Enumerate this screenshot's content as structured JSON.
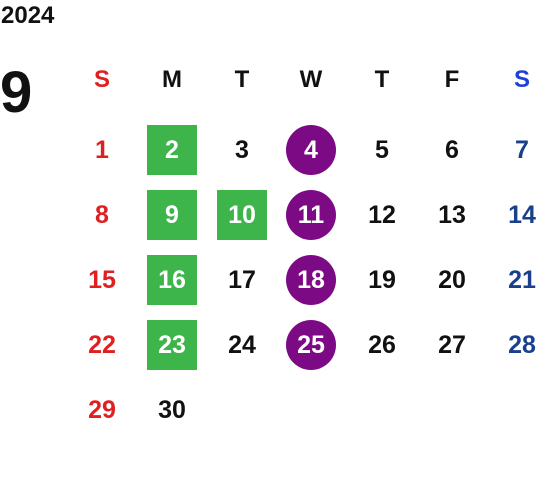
{
  "header": {
    "year": "2024",
    "month": "9"
  },
  "colors": {
    "sunday": "#e02020",
    "saturday_header": "#1e3fd8",
    "saturday": "#1a3f8c",
    "weekday": "#111111",
    "green_mark": "#3db54a",
    "purple_mark": "#7d0a85"
  },
  "weekdays": [
    "S",
    "M",
    "T",
    "W",
    "T",
    "F",
    "S"
  ],
  "weeks": [
    [
      {
        "day": "1",
        "mark": ""
      },
      {
        "day": "2",
        "mark": "green"
      },
      {
        "day": "3",
        "mark": ""
      },
      {
        "day": "4",
        "mark": "purple"
      },
      {
        "day": "5",
        "mark": ""
      },
      {
        "day": "6",
        "mark": ""
      },
      {
        "day": "7",
        "mark": ""
      }
    ],
    [
      {
        "day": "8",
        "mark": ""
      },
      {
        "day": "9",
        "mark": "green"
      },
      {
        "day": "10",
        "mark": "green"
      },
      {
        "day": "11",
        "mark": "purple"
      },
      {
        "day": "12",
        "mark": ""
      },
      {
        "day": "13",
        "mark": ""
      },
      {
        "day": "14",
        "mark": ""
      }
    ],
    [
      {
        "day": "15",
        "mark": ""
      },
      {
        "day": "16",
        "mark": "green"
      },
      {
        "day": "17",
        "mark": ""
      },
      {
        "day": "18",
        "mark": "purple"
      },
      {
        "day": "19",
        "mark": ""
      },
      {
        "day": "20",
        "mark": ""
      },
      {
        "day": "21",
        "mark": ""
      }
    ],
    [
      {
        "day": "22",
        "mark": ""
      },
      {
        "day": "23",
        "mark": "green"
      },
      {
        "day": "24",
        "mark": ""
      },
      {
        "day": "25",
        "mark": "purple"
      },
      {
        "day": "26",
        "mark": ""
      },
      {
        "day": "27",
        "mark": ""
      },
      {
        "day": "28",
        "mark": ""
      }
    ],
    [
      {
        "day": "29",
        "mark": ""
      },
      {
        "day": "30",
        "mark": ""
      },
      {
        "day": "",
        "mark": ""
      },
      {
        "day": "",
        "mark": ""
      },
      {
        "day": "",
        "mark": ""
      },
      {
        "day": "",
        "mark": ""
      },
      {
        "day": "",
        "mark": ""
      }
    ]
  ]
}
